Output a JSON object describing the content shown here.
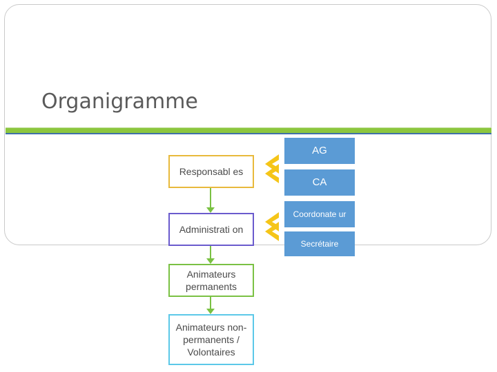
{
  "slide": {
    "title": "Organigramme",
    "accent_green": "#8cc63e",
    "accent_blue": "#3f6fa8"
  },
  "diagram": {
    "left_column": [
      {
        "id": "responsables",
        "label": "Responsabl es",
        "border_color": "#e8b93b"
      },
      {
        "id": "administration",
        "label": "Administrati on",
        "border_color": "#6a5acd"
      },
      {
        "id": "animateurs-permanents",
        "label": "Animateurs permanents",
        "border_color": "#7ac143"
      },
      {
        "id": "animateurs-non-permanents",
        "label": "Animateurs non-permanents / Volontaires",
        "border_color": "#5bc8e8"
      }
    ],
    "right_column": [
      {
        "id": "ag",
        "label": "AG",
        "fill_color": "#5b9bd5"
      },
      {
        "id": "ca",
        "label": "CA",
        "fill_color": "#5b9bd5"
      },
      {
        "id": "coordonateur",
        "label": "Coordonate ur",
        "fill_color": "#5b9bd5"
      },
      {
        "id": "secretaire",
        "label": "Secrétaire",
        "fill_color": "#5b9bd5"
      }
    ],
    "connectors": {
      "vertical_color": "#7ac143",
      "chevron_color": "#f5c518"
    }
  }
}
